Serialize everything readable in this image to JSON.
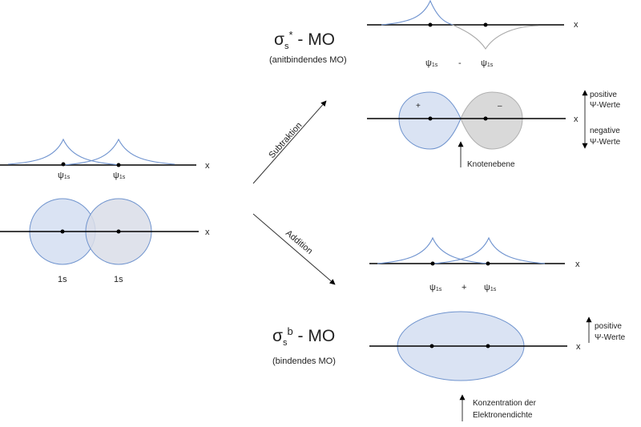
{
  "colors": {
    "orbital_fill": "#dae3f3",
    "orbital_stroke": "#7094ce",
    "overlap_fill": "#d9dbe4",
    "negative_fill": "#d9d9d9",
    "negative_stroke": "#b0b0b0",
    "wave_positive": "#6f93cf",
    "wave_negative": "#a9a9a9",
    "axis": "#000000"
  },
  "left": {
    "axis_label_top": "x",
    "psi_left": "ψ",
    "psi_left_sub": "1s",
    "psi_right": "ψ",
    "psi_right_sub": "1s",
    "axis_label_bottom": "x",
    "orbital_left_label": "1s",
    "orbital_right_label": "1s"
  },
  "arrows": {
    "subtraction_label": "Subtraktion",
    "addition_label": "Addition"
  },
  "antibonding": {
    "title_sigma": "σ",
    "title_sub": "s",
    "title_sup": "*",
    "title_rest": " - MO",
    "subtitle": "(anitbindendes MO)",
    "wave_axis_label": "x",
    "psi_left": "ψ",
    "psi_left_sub": "1s",
    "operator": "-",
    "psi_right": "ψ",
    "psi_right_sub": "1s",
    "plus_sign": "+",
    "minus_sign": "–",
    "orbital_axis_label": "x",
    "positive_label_1": "positive",
    "positive_label_2": "Ψ-Werte",
    "negative_label_1": "negative",
    "negative_label_2": "Ψ-Werte",
    "node_label": "Knotenebene"
  },
  "bonding": {
    "wave_axis_label": "x",
    "psi_left": "ψ",
    "psi_left_sub": "1s",
    "operator": "+",
    "psi_right": "ψ",
    "psi_right_sub": "1s",
    "title_sigma": "σ",
    "title_sub": "s",
    "title_sup": "b",
    "title_rest": " - MO",
    "subtitle": "(bindendes MO)",
    "orbital_axis_label": "x",
    "positive_label_1": "positive",
    "positive_label_2": "Ψ-Werte",
    "density_label_1": "Konzentration der",
    "density_label_2": "Elektronendichte"
  }
}
